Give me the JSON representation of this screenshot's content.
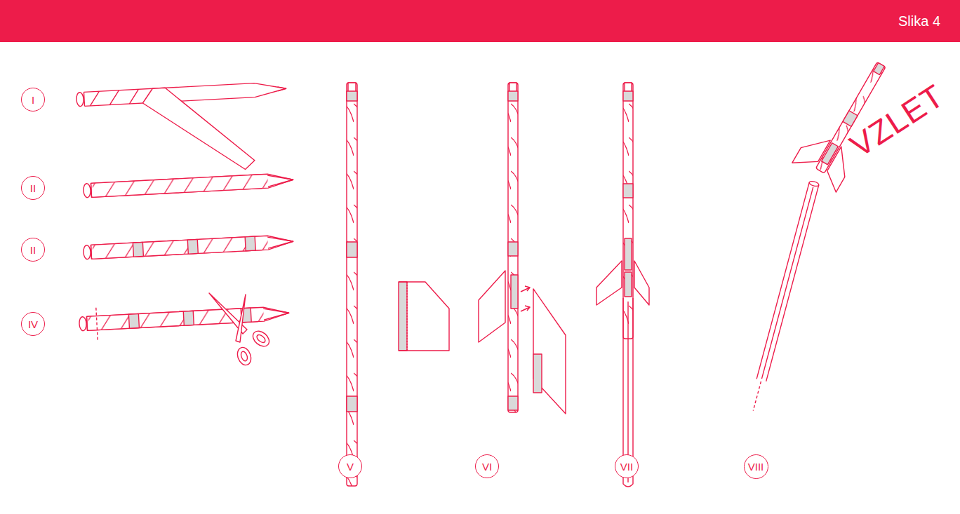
{
  "diagram": {
    "title": "Slika 4",
    "nodes": [
      {
        "text": [
          "I"
        ]
      },
      {
        "text": [
          "II"
        ]
      },
      {
        "text": [
          "II"
        ]
      },
      {
        "text": [
          "IV"
        ]
      },
      {
        "text": [
          "V"
        ]
      },
      {
        "text": [
          "VI"
        ]
      },
      {
        "text": [
          "VII"
        ]
      },
      {
        "text": [
          "VIII"
        ]
      }
    ],
    "labels": [
      "VZLET"
    ]
  }
}
